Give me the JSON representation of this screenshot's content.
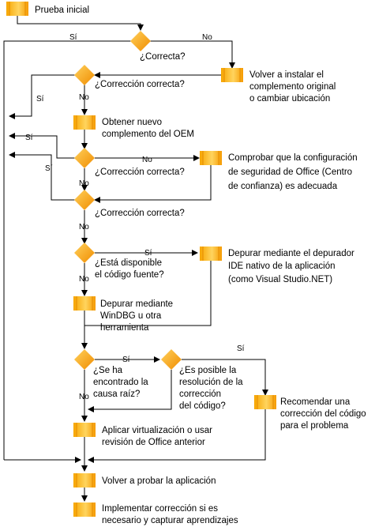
{
  "nodes": {
    "start": "Prueba inicial",
    "q1": "¿Correcta?",
    "reinstall": [
      "Volver a instalar el",
      "complemento original",
      "o cambiar ubicación"
    ],
    "q2": "¿Corrección correcta?",
    "oem": [
      "Obtener nuevo",
      "complemento del OEM"
    ],
    "q3": "¿Corrección correcta?",
    "trust": [
      "Comprobar que la configuración",
      "de seguridad de Office (Centro",
      "de confianza) es adecuada"
    ],
    "q4": "¿Corrección correcta?",
    "q5": [
      "¿Está disponible",
      "el código fuente?"
    ],
    "ide": [
      "Depurar mediante el depurador",
      "IDE nativo de la aplicación",
      "(como Visual Studio.NET)"
    ],
    "windbg": [
      "Depurar mediante",
      "WinDBG u otra",
      "herramienta"
    ],
    "q6": [
      "¿Se ha",
      "encontrado la",
      "causa raíz?"
    ],
    "q7": [
      "¿Es posible la",
      "resolución de la",
      "corrección",
      "del código?"
    ],
    "recommend": [
      "Recomendar una",
      "corrección del código",
      "para el problema"
    ],
    "virtual": [
      "Aplicar virtualización o usar",
      "revisión de Office anterior"
    ],
    "retest": "Volver a probar la aplicación",
    "implement": [
      "Implementar corrección si es",
      "necesario y capturar aprendizajes"
    ]
  },
  "edges": {
    "yes": "Sí",
    "no": "No"
  },
  "colors": {
    "shape_dark": "#F59A00",
    "shape_light": "#FFD15C",
    "line": "#000000"
  }
}
